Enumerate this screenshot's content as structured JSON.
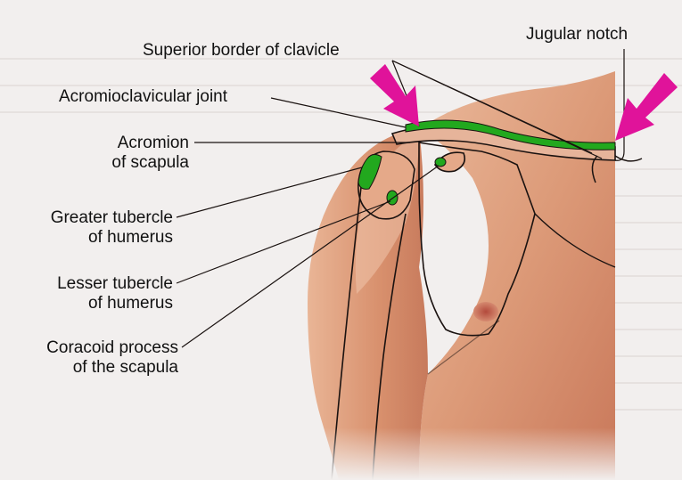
{
  "labels": {
    "superior_border_of_clavicle": "Superior border of clavicle",
    "jugular_notch": "Jugular notch",
    "acromioclavicular_joint": "Acromioclavicular joint",
    "acromion": [
      "Acromion",
      "of scapula"
    ],
    "greater_tubercle": [
      "Greater tubercle",
      "of humerus"
    ],
    "lesser_tubercle": [
      "Lesser tubercle",
      "of humerus"
    ],
    "coracoid_process": [
      "Coracoid process",
      "of the scapula"
    ]
  },
  "colors": {
    "highlight": "#22a81e",
    "arrow": "#e0139a",
    "skin": "#e2a07f",
    "outline": "#1a1210"
  }
}
